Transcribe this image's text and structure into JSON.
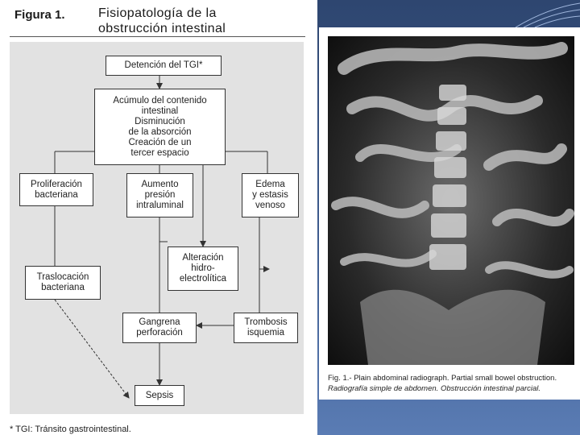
{
  "figure": {
    "label": "Figura 1.",
    "title_line1": "Fisiopatología de la",
    "title_line2": "obstrucción intestinal",
    "footnote": "* TGI: Tránsito gastrointestinal."
  },
  "nodes": {
    "detencion": "Detención del TGI*",
    "acumulo": "Acúmulo del contenido\nintestinal\nDisminución\nde la absorción\nCreación de un\ntercer espacio",
    "proliferacion": "Proliferación\nbacteriana",
    "aumento": "Aumento\npresión\nintraluminal",
    "edema": "Edema\ny estasis\nvenoso",
    "alteracion": "Alteración\nhidro-\nelectrolítica",
    "traslocacion": "Traslocación\nbacteriana",
    "gangrena": "Gangrena\nperforación",
    "trombosis": "Trombosis\nisquemia",
    "sepsis": "Sepsis"
  },
  "xray_caption": {
    "line1": "Fig. 1.- Plain abdominal radiograph. Partial small bowel obstruction.",
    "line2": "Radiografía simple de abdomen. Obstrucción intestinal parcial."
  },
  "colors": {
    "diagram_bg": "#e2e2e2",
    "slide_blue": "#3d5b8e"
  }
}
